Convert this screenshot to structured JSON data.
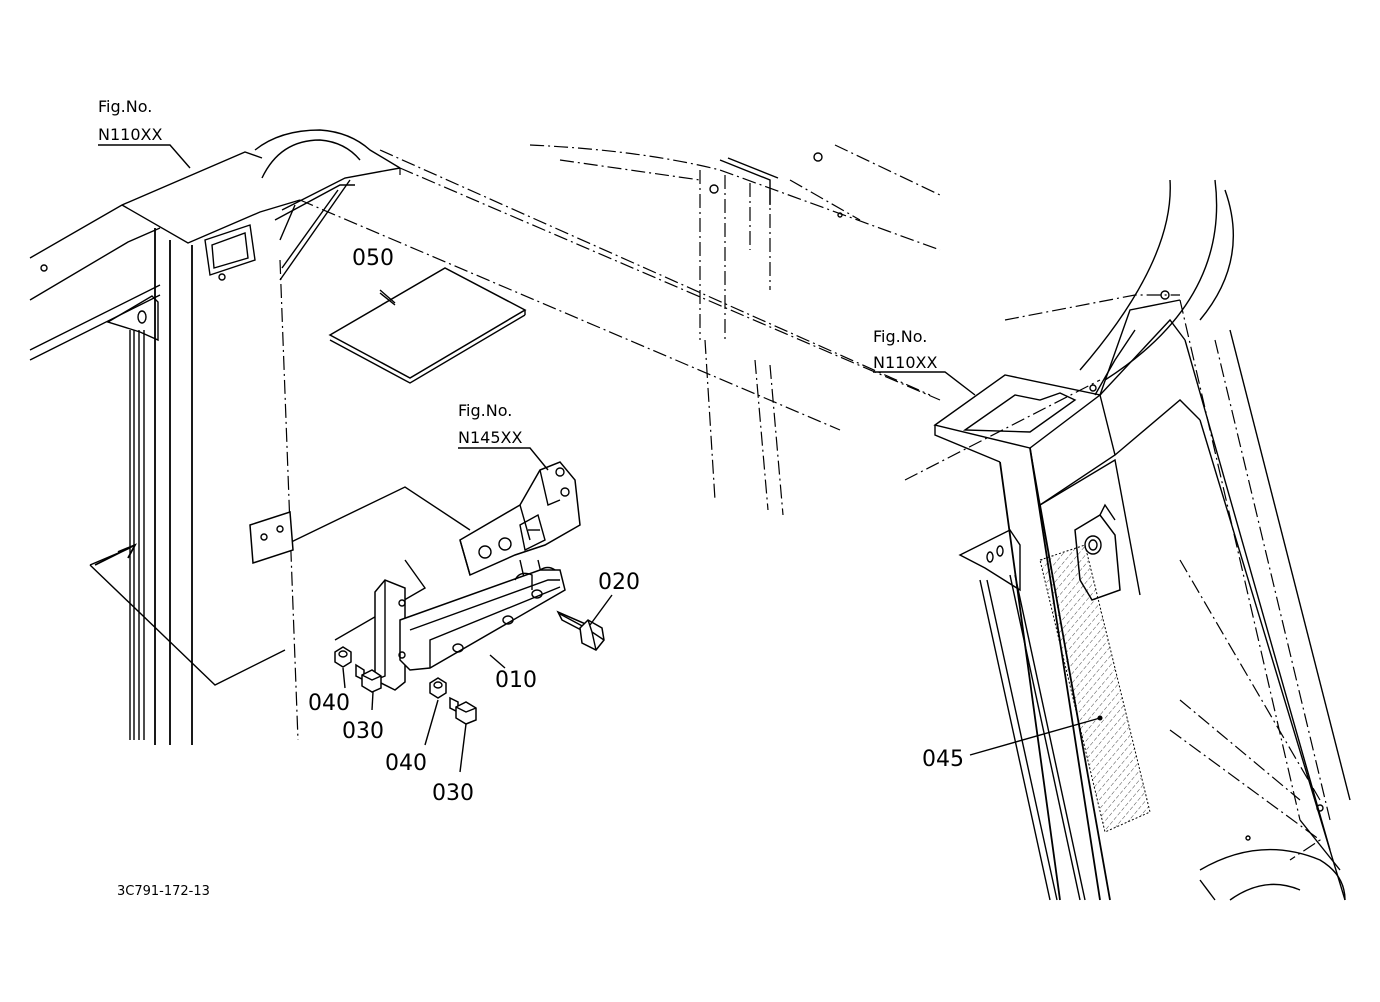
{
  "figure_refs": {
    "top_left": {
      "line1": "Fig.No.",
      "line2": "N110XX"
    },
    "middle": {
      "line1": "Fig.No.",
      "line2": "N145XX"
    },
    "right": {
      "line1": "Fig.No.",
      "line2": "N110XX"
    }
  },
  "callouts": {
    "p050": "050",
    "p020": "020",
    "p010": "010",
    "p040a": "040",
    "p030a": "030",
    "p040b": "040",
    "p030b": "030",
    "p045": "045"
  },
  "drawing_code": "3C791-172-13"
}
